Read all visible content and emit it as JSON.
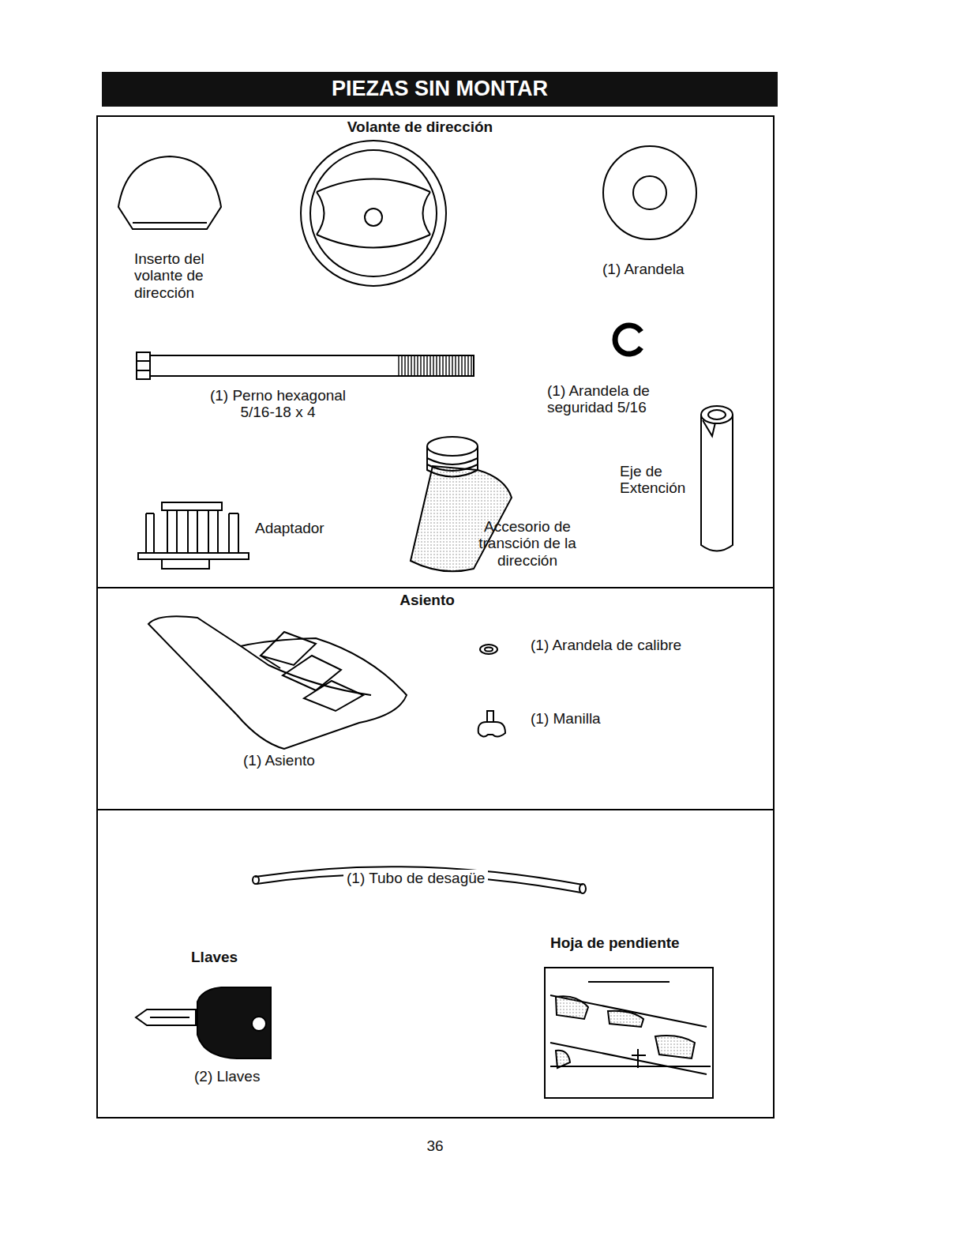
{
  "diagram": {
    "title": "PIEZAS SIN MONTAR",
    "labels": [
      "Volante de dirección",
      "Inserto del volante de dirección",
      "(1) Arandela",
      "(1) Perno hexagonal 5/16-18 x 4",
      "(1) Arandela de seguridad 5/16",
      "Eje de Extención",
      "Adaptador",
      "Accesorio de transción de la dirección",
      "Asiento",
      "(1) Arandela de calibre",
      "(1) Manilla",
      "(1) Asiento",
      "(1) Tubo de desagüe",
      "Llaves",
      "Hoja de pendiente",
      "(2) Llaves",
      "36"
    ]
  }
}
